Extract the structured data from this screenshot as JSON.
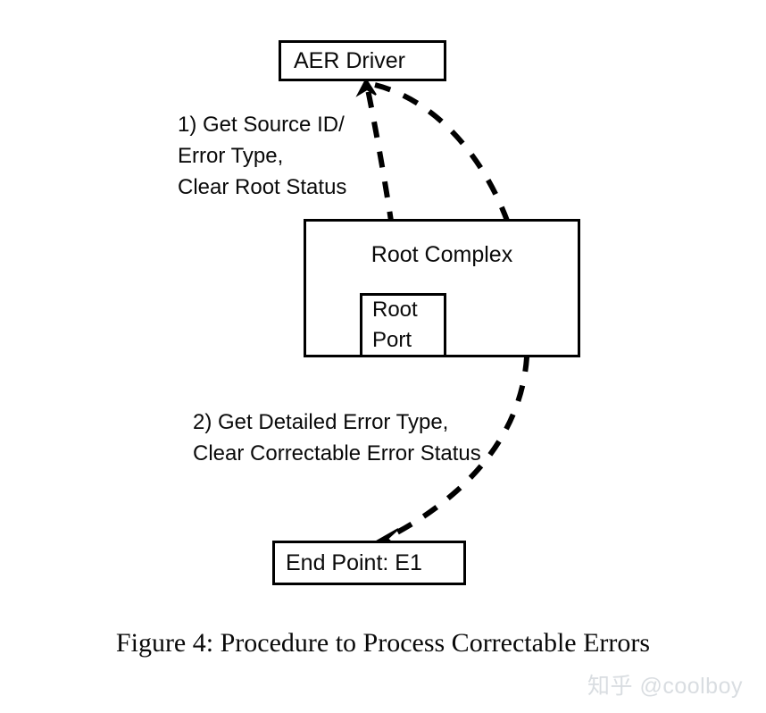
{
  "figure": {
    "caption": "Figure 4: Procedure to Process Correctable Errors",
    "watermark": "知乎 @coolboy"
  },
  "nodes": {
    "aer_driver": {
      "label": "AER Driver"
    },
    "root_complex": {
      "label": "Root Complex"
    },
    "root_port": {
      "line1": "Root",
      "line2": "Port"
    },
    "end_point": {
      "label": "End Point: E1"
    }
  },
  "edges": {
    "step1": {
      "label": "1) Get Source ID/\nError Type,\nClear Root Status",
      "from": "root-port",
      "to": "aer-driver",
      "style": "dashed"
    },
    "step2": {
      "label": "2) Get Detailed Error Type,\nClear Correctable Error Status",
      "from": "aer-driver",
      "to": "end-point",
      "style": "dashed"
    }
  },
  "colors": {
    "stroke": "#000000",
    "text": "#0a0a0a",
    "background": "#ffffff",
    "watermark": "#d9dde1"
  }
}
